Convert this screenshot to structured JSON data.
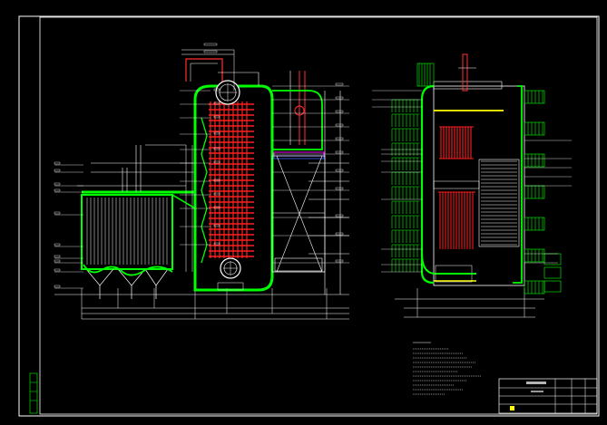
{
  "drawing": {
    "background": "#000000",
    "colors": {
      "frame": "#ffffff",
      "wall": "#00ff00",
      "tube": "#ff2020",
      "steel": "#ffffff",
      "leader": "#ffffff",
      "accent_yellow": "#ffff00",
      "accent_cyan": "#00ffff",
      "accent_magenta": "#ff00ff",
      "accent_blue": "#4060ff"
    },
    "views": [
      {
        "id": "front-elevation",
        "description_icon": "boiler-front-elevation"
      },
      {
        "id": "side-elevation",
        "description_icon": "boiler-side-elevation"
      }
    ],
    "notes_title": "",
    "notes_lines": [],
    "title_block": {
      "rows": 4
    }
  }
}
